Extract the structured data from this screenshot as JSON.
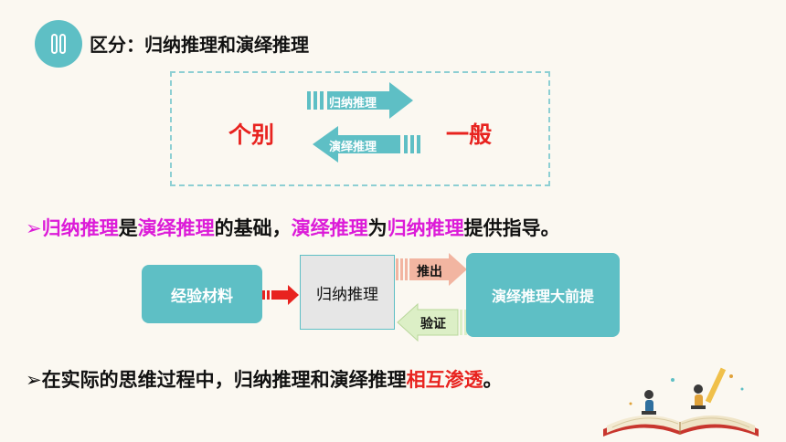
{
  "heading": {
    "text": "区分：归纳推理和演绎推理",
    "icon": "link-chain-icon"
  },
  "comparison": {
    "left": "个别",
    "right": "一般",
    "forward_arrow": "归纳推理",
    "backward_arrow": "演绎推理"
  },
  "statement1": {
    "bullet": "➢",
    "p1": "归纳推理",
    "p2": "是",
    "p3": "演绎推理",
    "p4": "的基础，",
    "p5": "演绎推理",
    "p6": "为",
    "p7": "归纳推理",
    "p8": "提供指导。"
  },
  "flow": {
    "source": "经验材料",
    "middle": "归纳推理",
    "target": "演绎推理大前提",
    "push_label": "推出",
    "verify_label": "验证"
  },
  "statement2": {
    "bullet": "➢",
    "p1": "在实际的思维过程中，归纳推理和演绎推理",
    "p2": "相互渗透",
    "p3": "。"
  },
  "colors": {
    "teal": "#5ebfc5",
    "red": "#e8231f",
    "magenta": "#dc1bd8",
    "salmon": "#f2b5a1",
    "pale_green": "#dcefc6"
  }
}
